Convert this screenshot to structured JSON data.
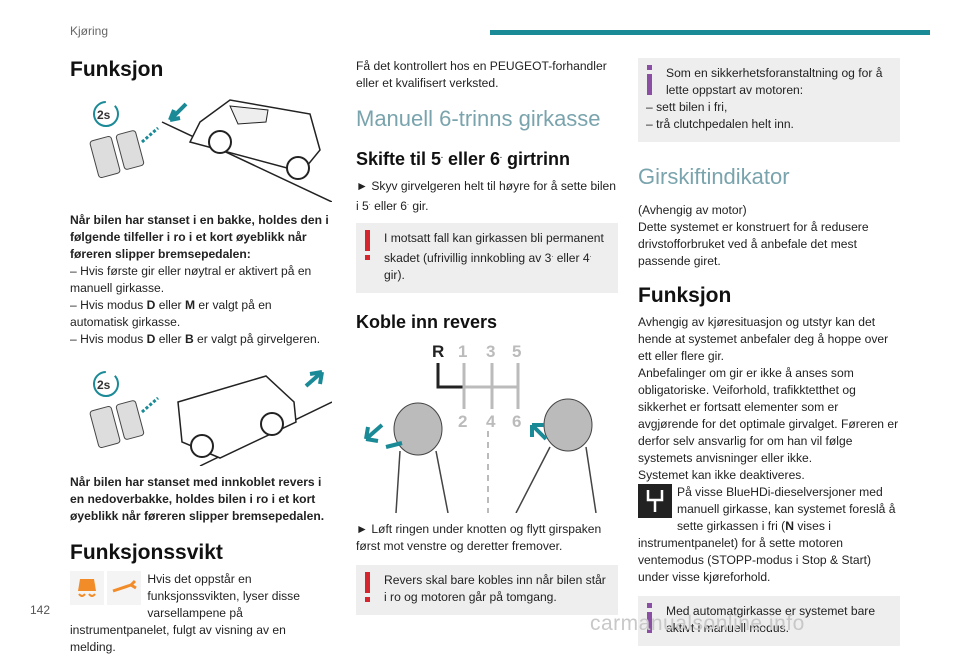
{
  "header": {
    "section": "Kjøring",
    "accent_color": "#1a8a97",
    "page_number": "142"
  },
  "col1": {
    "title": "Funksjon",
    "para1_bold": "Når bilen har stanset i en bakke, holdes den i følgende tilfeller i ro i et kort øyeblikk når føreren slipper bremsepedalen:",
    "para1_line1_a": "– Hvis første gir eller nøytral er aktivert på en manuell girkasse.",
    "para1_line2_a": "– Hvis modus ",
    "para1_line2_d": "D",
    "para1_line2_b": " eller ",
    "para1_line2_m": "M",
    "para1_line2_c": " er valgt på en automatisk girkasse.",
    "para1_line3_a": "– Hvis modus ",
    "para1_line3_d": "D",
    "para1_line3_b": " eller ",
    "para1_line3_bb": "B",
    "para1_line3_c": " er valgt på girvelgeren.",
    "para2_bold": "Når bilen har stanset med innkoblet revers i en nedoverbakke, holdes bilen i ro i et kort øyeblikk når føreren slipper bremsepedalen.",
    "fault_title": "Funksjonssvikt",
    "fault_text": "Hvis det oppstår en funksjonssvikten, lyser disse varsellampene på instrumentpanelet, fulgt av visning av en melding.",
    "icon_label": "2s"
  },
  "col2": {
    "intro": "Få det kontrollert hos en PEUGEOT-forhandler eller et kvalifisert verksted.",
    "section_title": "Manuell 6-trinns girkasse",
    "sub1_a": "Skifte til 5",
    "sub1_b": " eller 6",
    "sub1_c": " girtrinn",
    "sub_sup": ".",
    "step1_a": "► Skyv girvelgeren helt til høyre for å sette bilen i 5",
    "step1_b": " eller 6",
    "step1_c": " gir.",
    "warn1_a": "I motsatt fall kan girkassen bli permanent skadet (ufrivillig innkobling av 3",
    "warn1_b": " eller 4",
    "warn1_c": " gir).",
    "sub2": "Koble inn revers",
    "gears_top": [
      "R",
      "1",
      "3",
      "5"
    ],
    "gears_bottom": [
      "2",
      "4",
      "6"
    ],
    "step2": "► Løft ringen under knotten og flytt girspaken først mot venstre og deretter fremover.",
    "warn2": "Revers skal bare kobles inn når bilen står i ro og motoren går på tomgang."
  },
  "col3": {
    "info1_title": "Som en sikkerhetsforanstaltning og for å lette oppstart av motoren:",
    "info1_l1": "– sett bilen i fri,",
    "info1_l2": "– trå clutchpedalen helt inn.",
    "section_title": "Girskiftindikator",
    "p1": "(Avhengig av motor)",
    "p2": "Dette systemet er konstruert for å redusere drivstofforbruket ved å anbefale det mest passende giret.",
    "sub": "Funksjon",
    "p3": "Avhengig av kjøresituasjon og utstyr kan det hende at systemet anbefaler deg å hoppe over ett eller flere gir.",
    "p4": "Anbefalinger om gir er ikke å anses som obligatoriske. Veiforhold, trafikktetthet og sikkerhet er fortsatt elementer som er avgjørende for det optimale girvalget. Føreren er derfor selv ansvarlig for om han vil følge systemets anvisninger eller ikke.",
    "p5": "Systemet kan ikke deaktiveres.",
    "p6_a": "På visse BlueHDi-dieselversjoner med manuell girkasse, kan systemet foreslå å sette girkassen i fri (",
    "p6_n": "N",
    "p6_b": " vises i instrumentpanelet) for å sette motoren ventemodus (STOPP-modus i Stop & Start) under visse kjøreforhold.",
    "info2": "Med automatgirkasse er systemet bare aktivt i manuell modus."
  },
  "footer": {
    "watermark": "carmanualsonline.info"
  },
  "colors": {
    "warn_red": "#d6262d",
    "info_purple": "#8a4fa3",
    "accent": "#1a8a97",
    "warning_orange": "#f28c28"
  }
}
